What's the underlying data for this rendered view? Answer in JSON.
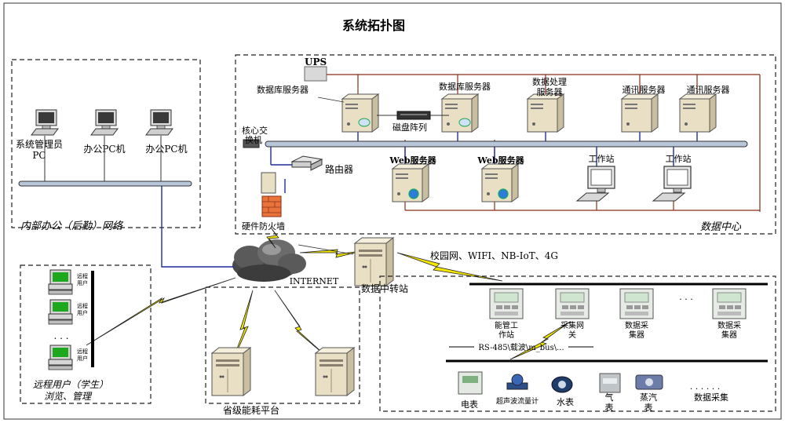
{
  "title": "系统拓扑图",
  "internal_office": {
    "label": "内部办公（后勤）网络",
    "pcs": [
      "系统管理员",
      "办公PC机",
      "办公PC机"
    ],
    "pc_suffix": "PC"
  },
  "data_center": {
    "label": "数据中心",
    "ups": "UPS",
    "servers": [
      "数据库服务器",
      "数据库服务器",
      "数据处理",
      "通讯服务器",
      "通讯服务器"
    ],
    "server2_line": "服务器",
    "disk_array": "磁盘阵列",
    "core_switch": [
      "核心交",
      "换机"
    ],
    "router": "路由器",
    "firewall": "硬件防火墙",
    "web_servers": [
      "Web服务器",
      "Web服务器"
    ],
    "workstations": [
      "工作站",
      "工作站"
    ]
  },
  "internet": "INTERNET",
  "relay": {
    "label": "数据中转站",
    "network": "校园网、WIFI、NB-IoT、4G"
  },
  "remote": {
    "label": [
      "远程用户（学生）",
      "浏览、管理"
    ],
    "user_tag": [
      "远程",
      "用户"
    ],
    "ellipsis": ". . ."
  },
  "province": {
    "label": "省级能耗平台"
  },
  "collection": {
    "top_ellipsis": ". . .",
    "devices": [
      [
        "能管工",
        "作站"
      ],
      [
        "采集网",
        "关"
      ],
      [
        "数据采",
        "集器"
      ],
      [
        "数据采",
        "集器"
      ]
    ],
    "bus": "RS-485\\载波\\m_bus\\...",
    "meters": [
      "电表",
      "超声波流量计",
      "水表",
      "气",
      "表",
      "蒸汽",
      "表"
    ],
    "bottom_ellipsis": ". . . . . .",
    "bottom_label": "数据采集"
  },
  "colors": {
    "link_blue": "#1f2a9c",
    "power_brown": "#8b2f1a",
    "bolt_yellow": "#f2e600",
    "bus_gray": "#b8c6d9",
    "server_tan": "#e8dfc4"
  }
}
